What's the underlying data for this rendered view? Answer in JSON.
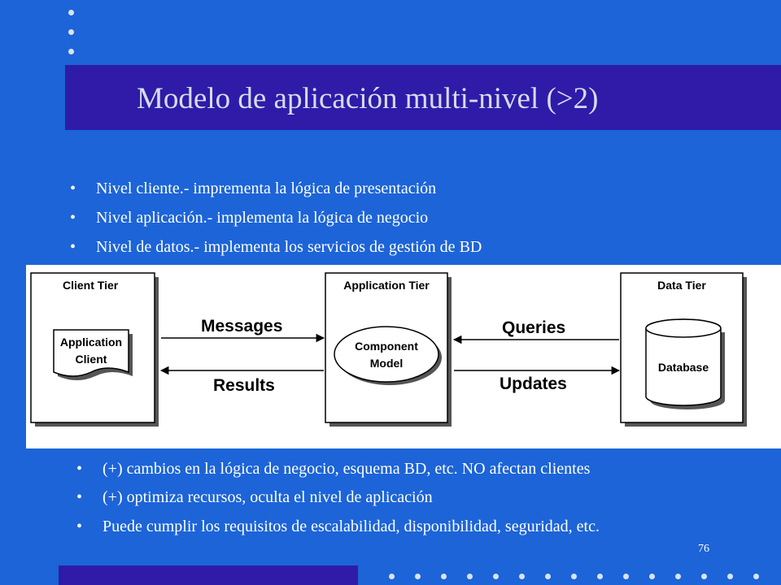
{
  "slide": {
    "title": "Modelo de aplicación multi-nivel (>2)",
    "page_number": "76",
    "colors": {
      "background": "#1c64d8",
      "title_bar": "#2f1ba8",
      "title_text": "#d4dcf0",
      "text": "#ffffff"
    }
  },
  "bullets_top": [
    {
      "mark": "•",
      "text": "Nivel cliente.- imprementa la lógica de presentación"
    },
    {
      "mark": "•",
      "text": "Nivel aplicación.- implementa la lógica de negocio"
    },
    {
      "mark": "•",
      "text": "Nivel de datos.- implementa los servicios de gestión de BD"
    }
  ],
  "diagram": {
    "client_tier": "Client Tier",
    "application_client_line1": "Application",
    "application_client_line2": "Client",
    "application_tier": "Application Tier",
    "component_model_line1": "Component",
    "component_model_line2": "Model",
    "data_tier": "Data Tier",
    "database": "Database",
    "messages": "Messages",
    "results": "Results",
    "queries": "Queries",
    "updates": "Updates"
  },
  "bullets_bottom": [
    {
      "mark": "•",
      "text": "(+) cambios en la lógica de negocio, esquema BD, etc. NO afectan  clientes"
    },
    {
      "mark": "•",
      "text": "(+) optimiza recursos, oculta el nivel de aplicación"
    },
    {
      "mark": "•",
      "text": "Puede cumplir los requisitos de escalabilidad, disponibilidad, seguridad, etc."
    }
  ]
}
